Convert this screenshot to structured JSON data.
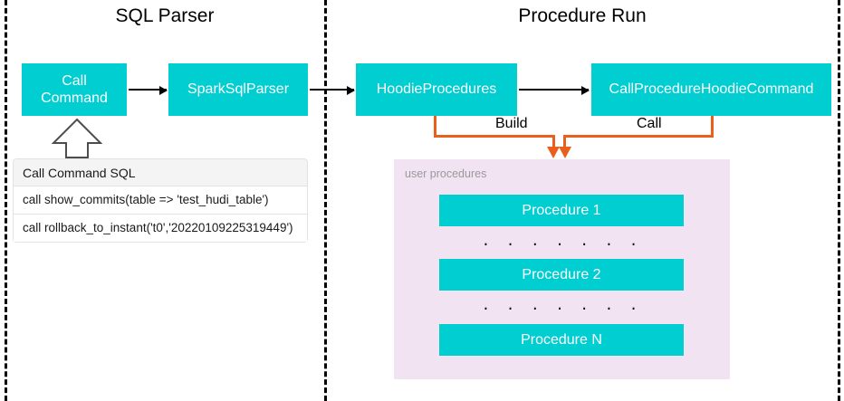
{
  "diagram": {
    "title_left": "SQL Parser",
    "title_right": "Procedure Run",
    "colors": {
      "box_fill": "#00CED1",
      "box_text": "#FFFFFF",
      "panel_fill": "#F2E3F3",
      "connector_orange": "#E8601C",
      "connector_black": "#000000",
      "lane_divider": "#000000"
    }
  },
  "sql_parser_lane": {
    "nodes": [
      {
        "id": "call-command",
        "label": "Call\nCommand"
      },
      {
        "id": "spark-sql-parser",
        "label": "SparkSqlParser"
      }
    ],
    "sql_card": {
      "header": "Call Command SQL",
      "rows": [
        "call show_commits(table => 'test_hudi_table')",
        "call rollback_to_instant('t0','20220109225319449')"
      ]
    }
  },
  "procedure_run_lane": {
    "nodes": [
      {
        "id": "hoodie-procedures",
        "label": "HoodieProcedures"
      },
      {
        "id": "call-procedure-hoodie-command",
        "label": "CallProcedureHoodieCommand"
      }
    ],
    "edges": [
      {
        "id": "build-edge",
        "label": "Build"
      },
      {
        "id": "call-edge",
        "label": "Call"
      }
    ],
    "user_procedures_panel": {
      "label": "user procedures",
      "items": [
        {
          "id": "procedure-1",
          "label": "Procedure 1"
        },
        {
          "id": "procedure-2",
          "label": "Procedure 2"
        },
        {
          "id": "procedure-n",
          "label": "Procedure N"
        }
      ],
      "separators": [
        ". . . . . . .",
        ". . . . . . ."
      ]
    }
  }
}
